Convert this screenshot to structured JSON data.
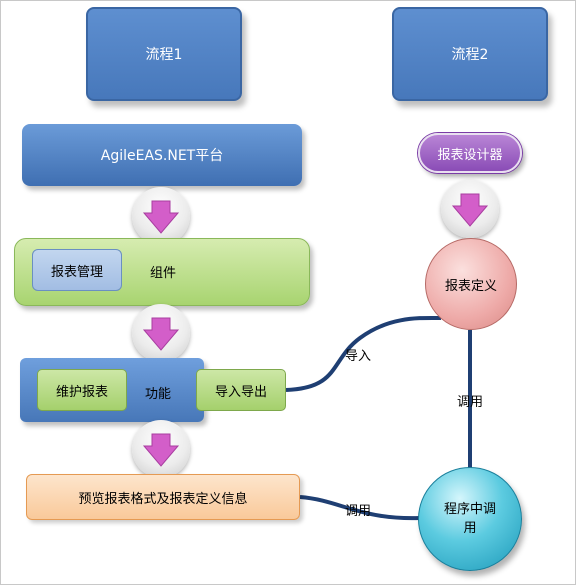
{
  "flows": {
    "flow1": "流程1",
    "flow2": "流程2"
  },
  "left": {
    "platform": "AgileEAS.NET平台",
    "component_label": "组件",
    "report_manage": "报表管理",
    "feature_label": "功能",
    "maintain_report": "维护报表",
    "import_export": "导入导出",
    "preview": "预览报表格式及报表定义信息"
  },
  "right": {
    "designer": "报表设计器",
    "report_definition": "报表定义",
    "program_call_line1": "程序中调",
    "program_call_line2": "用"
  },
  "connectors": {
    "import": "导入",
    "call_right": "调用",
    "call_bottom": "调用"
  },
  "colors": {
    "connector_line": "#1f3f73",
    "arrow_pink": "#d35ec9"
  }
}
